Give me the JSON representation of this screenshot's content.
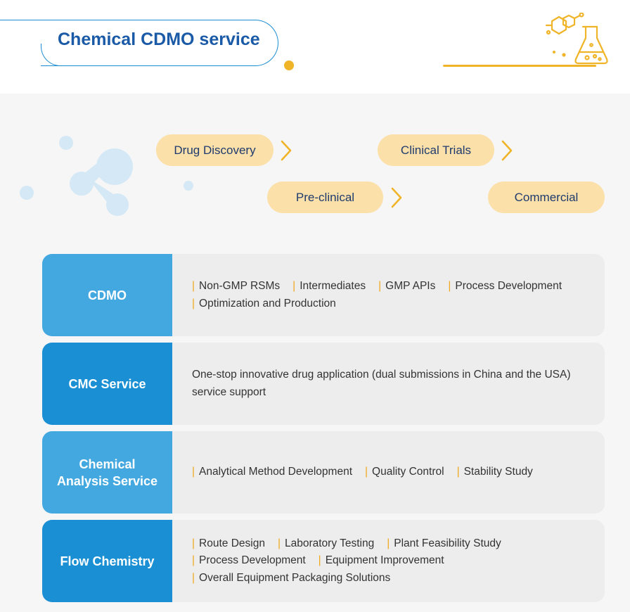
{
  "header": {
    "title": "Chemical CDMO service",
    "accent_color": "#f0b429",
    "brand_color": "#1a5aa6",
    "icon": "flask-molecule-icon"
  },
  "pipeline": {
    "stages": [
      "Drug Discovery",
      "Pre-clinical",
      "Clinical Trials",
      "Commercial"
    ],
    "fill_color": "#fbe0a9",
    "arrow_icon": "chevron-right-icon"
  },
  "services": [
    {
      "label": "CDMO",
      "lines": [
        [
          "Non-GMP RSMs",
          "Intermediates",
          "GMP APIs",
          "Process Development"
        ],
        [
          "Optimization and Production"
        ]
      ]
    },
    {
      "label": "CMC Service",
      "text_line1": "One-stop innovative drug application (dual submissions in China and the USA)",
      "text_line2": "service support"
    },
    {
      "label_line1": "Chemical",
      "label_line2": "Analysis Service",
      "lines": [
        [
          "Analytical Method Development",
          "Quality Control",
          "Stability Study"
        ]
      ]
    },
    {
      "label": "Flow Chemistry",
      "lines": [
        [
          "Route Design",
          "Laboratory Testing",
          "Plant Feasibility Study"
        ],
        [
          "Process Development",
          "Equipment Improvement"
        ],
        [
          "Overall Equipment Packaging Solutions"
        ]
      ]
    }
  ]
}
